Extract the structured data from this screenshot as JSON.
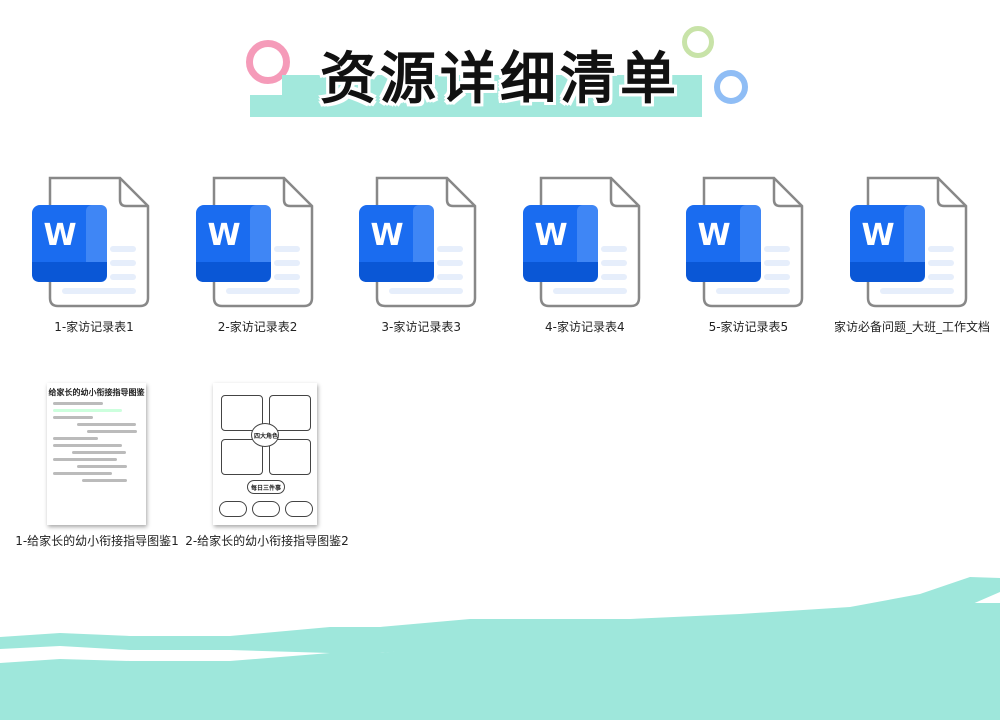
{
  "header": {
    "title": "资源详细清单"
  },
  "files": [
    {
      "name": "1-家访记录表1",
      "icon": "word-doc-icon"
    },
    {
      "name": "2-家访记录表2",
      "icon": "word-doc-icon"
    },
    {
      "name": "3-家访记录表3",
      "icon": "word-doc-icon"
    },
    {
      "name": "4-家访记录表4",
      "icon": "word-doc-icon"
    },
    {
      "name": "5-家访记录表5",
      "icon": "word-doc-icon"
    },
    {
      "name": "家访必备问题_大班_工作文档",
      "icon": "word-doc-icon"
    }
  ],
  "images": [
    {
      "name": "1-给家长的幼小衔接指导图鉴1",
      "thumb_title": "给家长的幼小衔接指导图鉴"
    },
    {
      "name": "2-给家长的幼小衔接指导图鉴2",
      "thumb_center": "四大角色",
      "thumb_sub": "每日三件事"
    }
  ],
  "colors": {
    "accent": "#9ee7db",
    "word_blue": "#1a6cf0",
    "word_dark": "#0a57d6"
  }
}
